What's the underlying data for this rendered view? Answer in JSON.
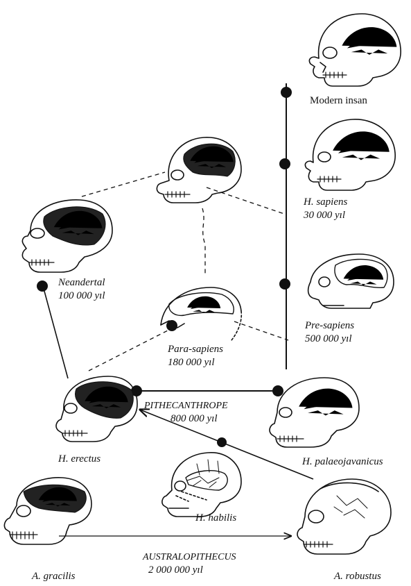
{
  "colors": {
    "ink": "#111111",
    "background": "#ffffff"
  },
  "labels": {
    "modern": "Modern insan",
    "sapiens_name": "H. sapiens",
    "sapiens_age": "30 000 yıl",
    "neandertal_name": "Neandertal",
    "neandertal_age": "100 000 yıl",
    "presapiens_name": "Pre-sapiens",
    "presapiens_age": "500 000 yıl",
    "parasapiens_name": "Para-sapiens",
    "parasapiens_age": "180 000 yıl",
    "pithecanthrope_name": "PITHECANTHROPE",
    "pithecanthrope_age": "800 000 yıl",
    "erectus": "H. erectus",
    "palaeojavanicus": "H. palaeojavanicus",
    "habilis": "H. habilis",
    "gracilis": "A. gracilis",
    "robustus": "A. robustus",
    "australopithecus_name": "AUSTRALOPITHECUS",
    "australopithecus_age": "2 000 000 yıl"
  },
  "icons": [
    "modern-skull-icon",
    "sapiens-skull-icon",
    "presapiens-skull-icon",
    "unnamed-top-skull-icon",
    "neandertal-skull-icon",
    "parasapiens-skull-icon",
    "erectus-skull-icon",
    "palaeojavanicus-skull-icon",
    "habilis-skull-icon",
    "gracilis-skull-icon",
    "robustus-skull-icon"
  ]
}
